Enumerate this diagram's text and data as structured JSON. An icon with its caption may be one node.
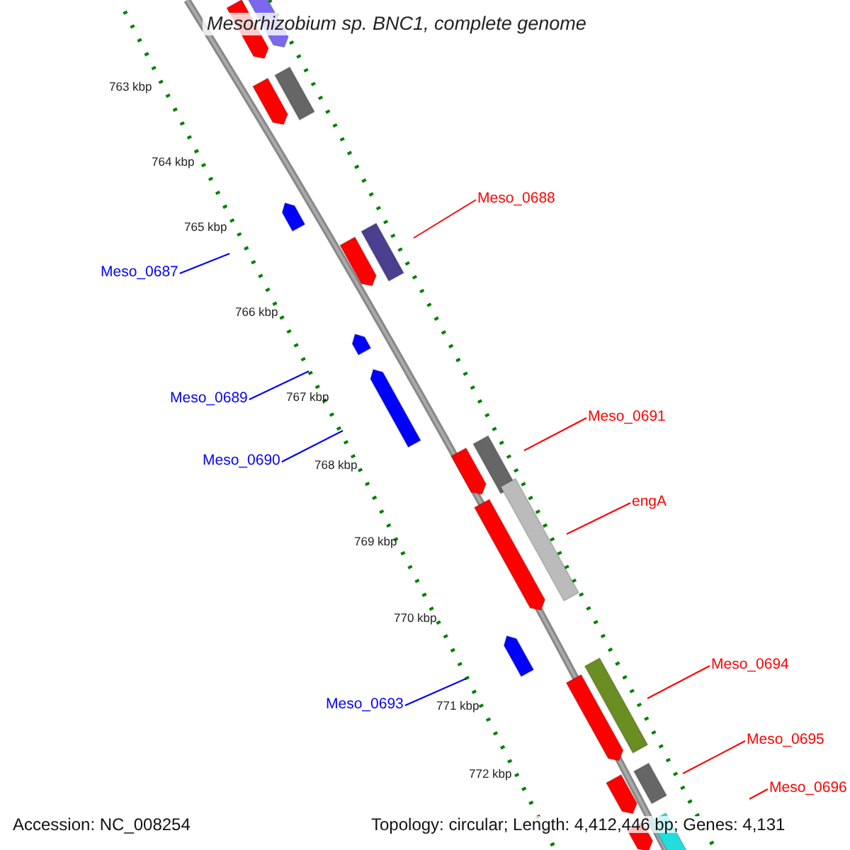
{
  "diagram": {
    "title": "Mesorhizobium sp. BNC1, complete genome",
    "nodes": [
      {
        "text": [
          "Meso_0688"
        ]
      },
      {
        "text": [
          "Meso_0687"
        ]
      },
      {
        "text": [
          "Meso_0689"
        ]
      },
      {
        "text": [
          "Meso_0691"
        ]
      },
      {
        "text": [
          "Meso_0690"
        ]
      },
      {
        "text": [
          "engA"
        ]
      },
      {
        "text": [
          "Meso_0694"
        ]
      },
      {
        "text": [
          "Meso_0693"
        ]
      },
      {
        "text": [
          "Meso_0695"
        ]
      },
      {
        "text": [
          "Meso_0696"
        ]
      }
    ],
    "edges": [
      {
        "from": 0,
        "to": null,
        "arrow": "none"
      },
      {
        "from": 1,
        "to": null,
        "arrow": "none",
        "color": "#0000ff"
      },
      {
        "from": 2,
        "to": null,
        "arrow": "none",
        "color": "#0000ff"
      },
      {
        "from": 3,
        "to": null,
        "arrow": "none"
      },
      {
        "from": 4,
        "to": null,
        "arrow": "none",
        "color": "#0000ff"
      },
      {
        "from": 5,
        "to": null,
        "arrow": "none"
      },
      {
        "from": 6,
        "to": null,
        "arrow": "none"
      },
      {
        "from": 7,
        "to": null,
        "arrow": "none",
        "color": "#0000ff"
      },
      {
        "from": 8,
        "to": null,
        "arrow": "none"
      },
      {
        "from": 9,
        "to": null,
        "arrow": "none"
      }
    ],
    "labels": [
      "763 kbp",
      "764 kbp",
      "765 kbp",
      "766 kbp",
      "767 kbp",
      "768 kbp",
      "769 kbp",
      "770 kbp",
      "771 kbp",
      "772 kbp",
      "Accession: NC_008254",
      "Topology: circular; Length: 4,412,446 bp; Genes: 4,131"
    ]
  }
}
